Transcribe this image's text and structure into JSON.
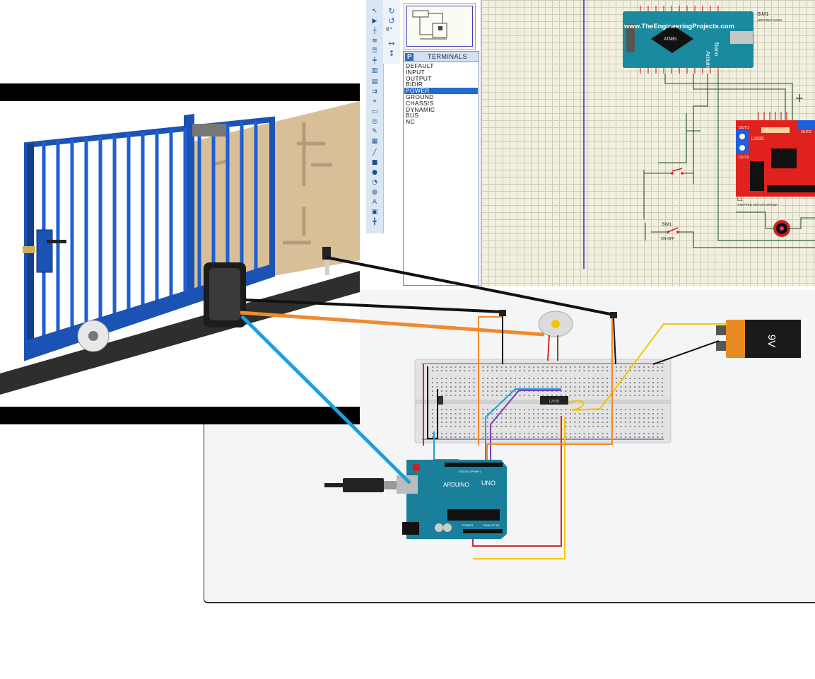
{
  "proteus": {
    "terminals_header": "TERMINALS",
    "terminals_badge": "P",
    "terminals": [
      "DEFAULT",
      "INPUT",
      "OUTPUT",
      "BIDIR",
      "POWER",
      "GROUND",
      "CHASSIS",
      "DYNAMIC",
      "BUS",
      "NC"
    ],
    "selected_terminal": "POWER",
    "angle_value": "0°",
    "nano_label": "SIM1",
    "nano_sublabel": "ARDUINO NANO",
    "nano_site": "www.TheEngineeringProjects.com",
    "nano_brand": "Arduino",
    "nano_model": "Nano",
    "nano_logo": "ATMEL",
    "driver_label": "L1",
    "driver_sublabel": "STEPPER MOTOR DRIVER",
    "driver_pin_out1": "OUT1",
    "driver_pin_out2": "OUT2",
    "driver_pin_out3": "OUT3",
    "switch_label": "SW1",
    "switch_sublabel": "ON-OFF"
  },
  "tinkercad": {
    "battery_label": "9V",
    "ic_label": "L293D",
    "arduino_brand": "ARDUINO",
    "arduino_model": "UNO",
    "arduino_digital": "DIGITAL (PWM~)",
    "arduino_power": "POWER",
    "arduino_analog": "ANALOG IN"
  },
  "colors": {
    "wire_black": "#111111",
    "wire_orange": "#f08a2b",
    "wire_blue": "#1aa0e0",
    "wire_yellow": "#f2c500",
    "wire_red": "#d42a2a",
    "gate_blue": "#1a53b3",
    "arduino_teal": "#1a7f9a",
    "nano_teal": "#1a8a9e",
    "driver_red": "#e0211d"
  }
}
